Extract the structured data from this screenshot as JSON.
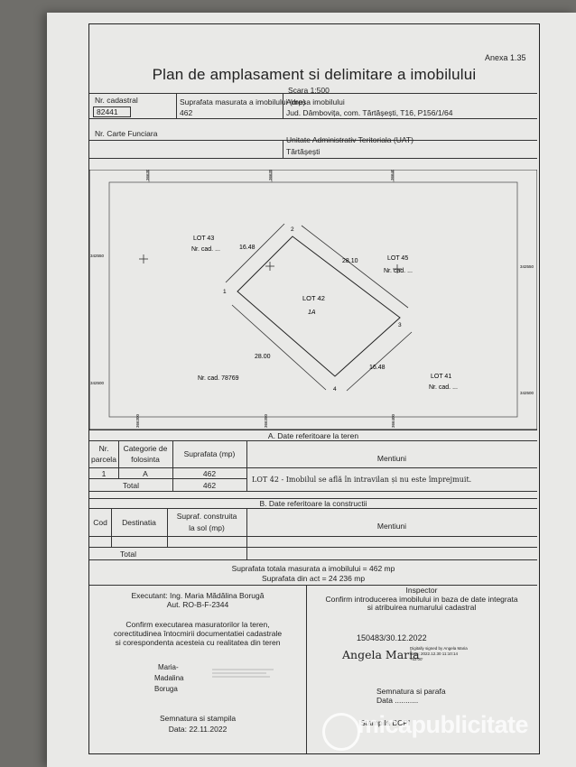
{
  "header": {
    "annex": "Anexa 1.35",
    "title": "Plan de amplasament si delimitare a imobilului",
    "scale": "Scara 1:500"
  },
  "top_table": {
    "nr_cadastral_label": "Nr. cadastral",
    "nr_cadastral_value": "82441",
    "suprafata_label": "Suprafata masurata a imobilului (mp)",
    "suprafata_value": "462",
    "adresa_label": "Adresa imobilului",
    "adresa_value": "Jud. Dâmbovița, com. Tărtășești, T16, P156/1/64",
    "carte_funciara_label": "Nr. Carte Funciara",
    "uat_label": "Unitate Administrativ Teritoriala (UAT)",
    "uat_value": "Tărtășești"
  },
  "plan": {
    "lot43": "LOT 43",
    "lot43_cad": "Nr. cad. ...",
    "lot45": "LOT 45",
    "lot45_cad": "Nr. cad. ...",
    "lot42": "LOT 42",
    "lot42_sub": "1A",
    "lot41": "LOT 41",
    "lot41_cad": "Nr. cad. ...",
    "neighbor_cad": "Nr. cad. 78769",
    "p1": "1",
    "p2": "2",
    "p3": "3",
    "p4": "4",
    "len_12": "16.48",
    "len_23": "28.10",
    "len_34": "16.48",
    "len_41": "28.00",
    "grid_top_1": "366300",
    "grid_top_2": "366350",
    "grid_top_3": "366400",
    "grid_bottom_1": "366300",
    "grid_bottom_2": "366350",
    "grid_bottom_3": "366400",
    "grid_left_1": "342550",
    "grid_left_2": "342500",
    "grid_right_1": "342550",
    "grid_right_2": "342500"
  },
  "section_a": {
    "title": "A. Date referitoare la teren",
    "col_nr_parcela": "Nr. parcela",
    "col_nr": "Nr.",
    "col_parcela": "parcela",
    "col_categorie_1": "Categorie de",
    "col_categorie_2": "folosinta",
    "col_suprafata": "Suprafata (mp)",
    "col_mentiuni": "Mentiuni",
    "row_nr": "1",
    "row_categorie": "A",
    "row_suprafata": "462",
    "total_label": "Total",
    "total_value": "462",
    "mentiune": "LOT 42 - Imobilul se află în intravilan și nu este împrejmuit."
  },
  "section_b": {
    "title": "B. Date referitoare la constructii",
    "col_cod": "Cod",
    "col_destinatia": "Destinatia",
    "col_supraf_1": "Supraf. construita",
    "col_supraf_2": "la sol (mp)",
    "col_mentiuni": "Mentiuni",
    "total_label": "Total"
  },
  "totals": {
    "line1": "Suprafata totala masurata a imobilului = 462 mp",
    "line2": "Suprafata din act = 24 236 mp"
  },
  "footer": {
    "executant_line1": "Executant: Ing. Maria Mădălina Borugă",
    "executant_line2": "Aut. RO-B-F-2344",
    "confirm_1": "Confirm executarea masuratorilor la teren,",
    "confirm_2": "corectitudinea întocmirii documentatiei cadastrale",
    "confirm_3": "si corespondenta acesteia cu realitatea din teren",
    "sig_name_1": "Maria-",
    "sig_name_2": "Madalina",
    "sig_name_3": "Boruga",
    "semnatura_stampila": "Semnatura si stampila",
    "data": "Data: 22.11.2022",
    "inspector": "Inspector",
    "inspector_confirm_1": "Confirm introducerea imobilului in baza de date integrata",
    "inspector_confirm_2": "si atribuirea numarului cadastral",
    "reg_number": "150483/30.12.2022",
    "inspector_name": "Angela Maria",
    "digital_1": "Digitally signed by Angela Maria",
    "digital_2": "Date: 2022.12.30 11:10:14",
    "digital_3": "+02'00'",
    "semnatura_parafa": "Semnatura si parafa",
    "data_dots": "Data ...........",
    "stampila": "Stampila BCPI"
  },
  "watermark": {
    "text": "micapublicitate"
  }
}
